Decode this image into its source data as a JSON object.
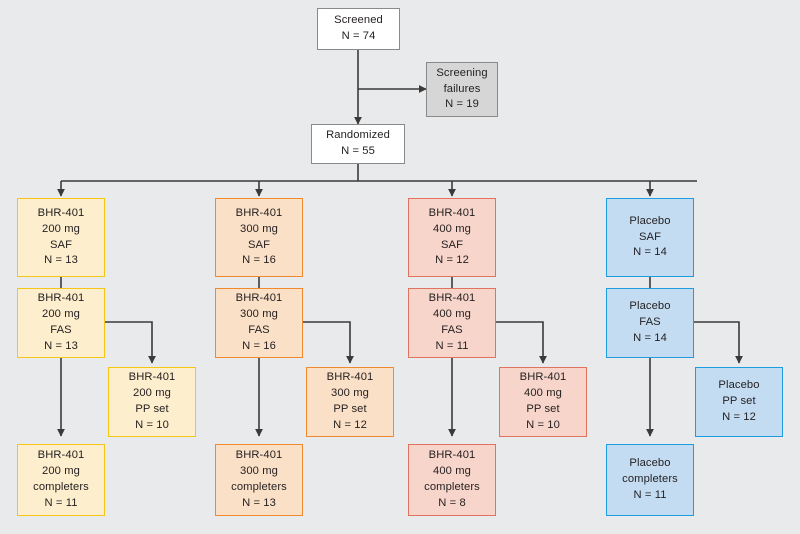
{
  "diagram": {
    "title": "CONSORT participant flow diagram",
    "background_color": "#e9eaec",
    "palette": {
      "white_fill": "#ffffff",
      "white_border": "#8a8a8a",
      "gray_fill": "#d6d6d6",
      "gray_border": "#8a8a8a",
      "yellow_fill": "#fdeecd",
      "yellow_border": "#f5c518",
      "orange_fill": "#fbe0c8",
      "orange_border": "#ef8a2e",
      "red_fill": "#f7d5ca",
      "red_border": "#e0735e",
      "blue_fill": "#c3dcf2",
      "blue_border": "#1f9ce0",
      "connector_color": "#3a3a3a"
    }
  },
  "nodes": {
    "screened": {
      "lines": [
        "Screened",
        "N = 74"
      ]
    },
    "screening_failures": {
      "lines": [
        "Screening",
        "failures",
        "N = 19"
      ]
    },
    "randomized": {
      "lines": [
        "Randomized",
        "N = 55"
      ]
    },
    "arm200_saf": {
      "lines": [
        "BHR-401",
        "200 mg",
        "SAF",
        "N = 13"
      ]
    },
    "arm200_fas": {
      "lines": [
        "BHR-401",
        "200 mg",
        "FAS",
        "N = 13"
      ]
    },
    "arm200_pp": {
      "lines": [
        "BHR-401",
        "200 mg",
        "PP set",
        "N = 10"
      ]
    },
    "arm200_completers": {
      "lines": [
        "BHR-401",
        "200 mg",
        "completers",
        "N = 11"
      ]
    },
    "arm300_saf": {
      "lines": [
        "BHR-401",
        "300 mg",
        "SAF",
        "N = 16"
      ]
    },
    "arm300_fas": {
      "lines": [
        "BHR-401",
        "300 mg",
        "FAS",
        "N = 16"
      ]
    },
    "arm300_pp": {
      "lines": [
        "BHR-401",
        "300 mg",
        "PP set",
        "N = 12"
      ]
    },
    "arm300_completers": {
      "lines": [
        "BHR-401",
        "300 mg",
        "completers",
        "N = 13"
      ]
    },
    "arm400_saf": {
      "lines": [
        "BHR-401",
        "400 mg",
        "SAF",
        "N = 12"
      ]
    },
    "arm400_fas": {
      "lines": [
        "BHR-401",
        "400 mg",
        "FAS",
        "N = 11"
      ]
    },
    "arm400_pp": {
      "lines": [
        "BHR-401",
        "400 mg",
        "PP set",
        "N = 10"
      ]
    },
    "arm400_completers": {
      "lines": [
        "BHR-401",
        "400 mg",
        "completers",
        "N = 8"
      ]
    },
    "placebo_saf": {
      "lines": [
        "Placebo",
        "SAF",
        "N = 14"
      ]
    },
    "placebo_fas": {
      "lines": [
        "Placebo",
        "FAS",
        "N = 14"
      ]
    },
    "placebo_pp": {
      "lines": [
        "Placebo",
        "PP set",
        "N = 12"
      ]
    },
    "placebo_completers": {
      "lines": [
        "Placebo",
        "completers",
        "N = 11"
      ]
    }
  },
  "chart_data": {
    "type": "diagram",
    "title": "Participant disposition flow chart",
    "counts": {
      "Screened": 74,
      "Screening failures": 19,
      "Randomized": 55,
      "BHR-401 200 mg SAF": 13,
      "BHR-401 200 mg FAS": 13,
      "BHR-401 200 mg PP set": 10,
      "BHR-401 200 mg completers": 11,
      "BHR-401 300 mg SAF": 16,
      "BHR-401 300 mg FAS": 16,
      "BHR-401 300 mg PP set": 12,
      "BHR-401 300 mg completers": 13,
      "BHR-401 400 mg SAF": 12,
      "BHR-401 400 mg FAS": 11,
      "BHR-401 400 mg PP set": 10,
      "BHR-401 400 mg completers": 8,
      "Placebo SAF": 14,
      "Placebo FAS": 14,
      "Placebo PP set": 12,
      "Placebo completers": 11
    }
  }
}
